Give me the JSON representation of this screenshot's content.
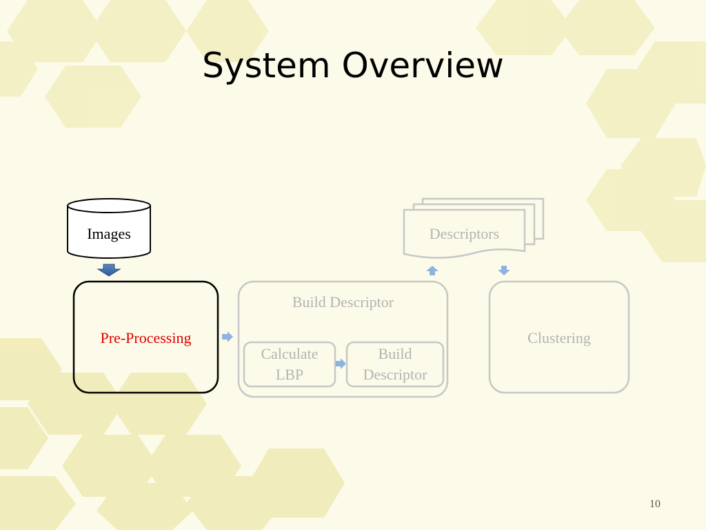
{
  "slide": {
    "title": "System Overview",
    "page_number": "10"
  },
  "diagram": {
    "database": {
      "label": "Images"
    },
    "pre_processing": {
      "label": "Pre-Processing",
      "color": "#e00000"
    },
    "build_descriptor_group": {
      "label": "Build Descriptor"
    },
    "calculate_lbp": {
      "label_line1": "Calculate",
      "label_line2": "LBP"
    },
    "build_descriptor_step": {
      "label_line1": "Build",
      "label_line2": "Descriptor"
    },
    "descriptors": {
      "label": "Descriptors"
    },
    "clustering": {
      "label": "Clustering"
    }
  },
  "colors": {
    "active_border": "#000000",
    "inactive_border": "#c7c7c7",
    "inactive_text": "#b3b3b3",
    "arrow_light": "#8fb3e0",
    "arrow_dark": "#3f6fae"
  }
}
